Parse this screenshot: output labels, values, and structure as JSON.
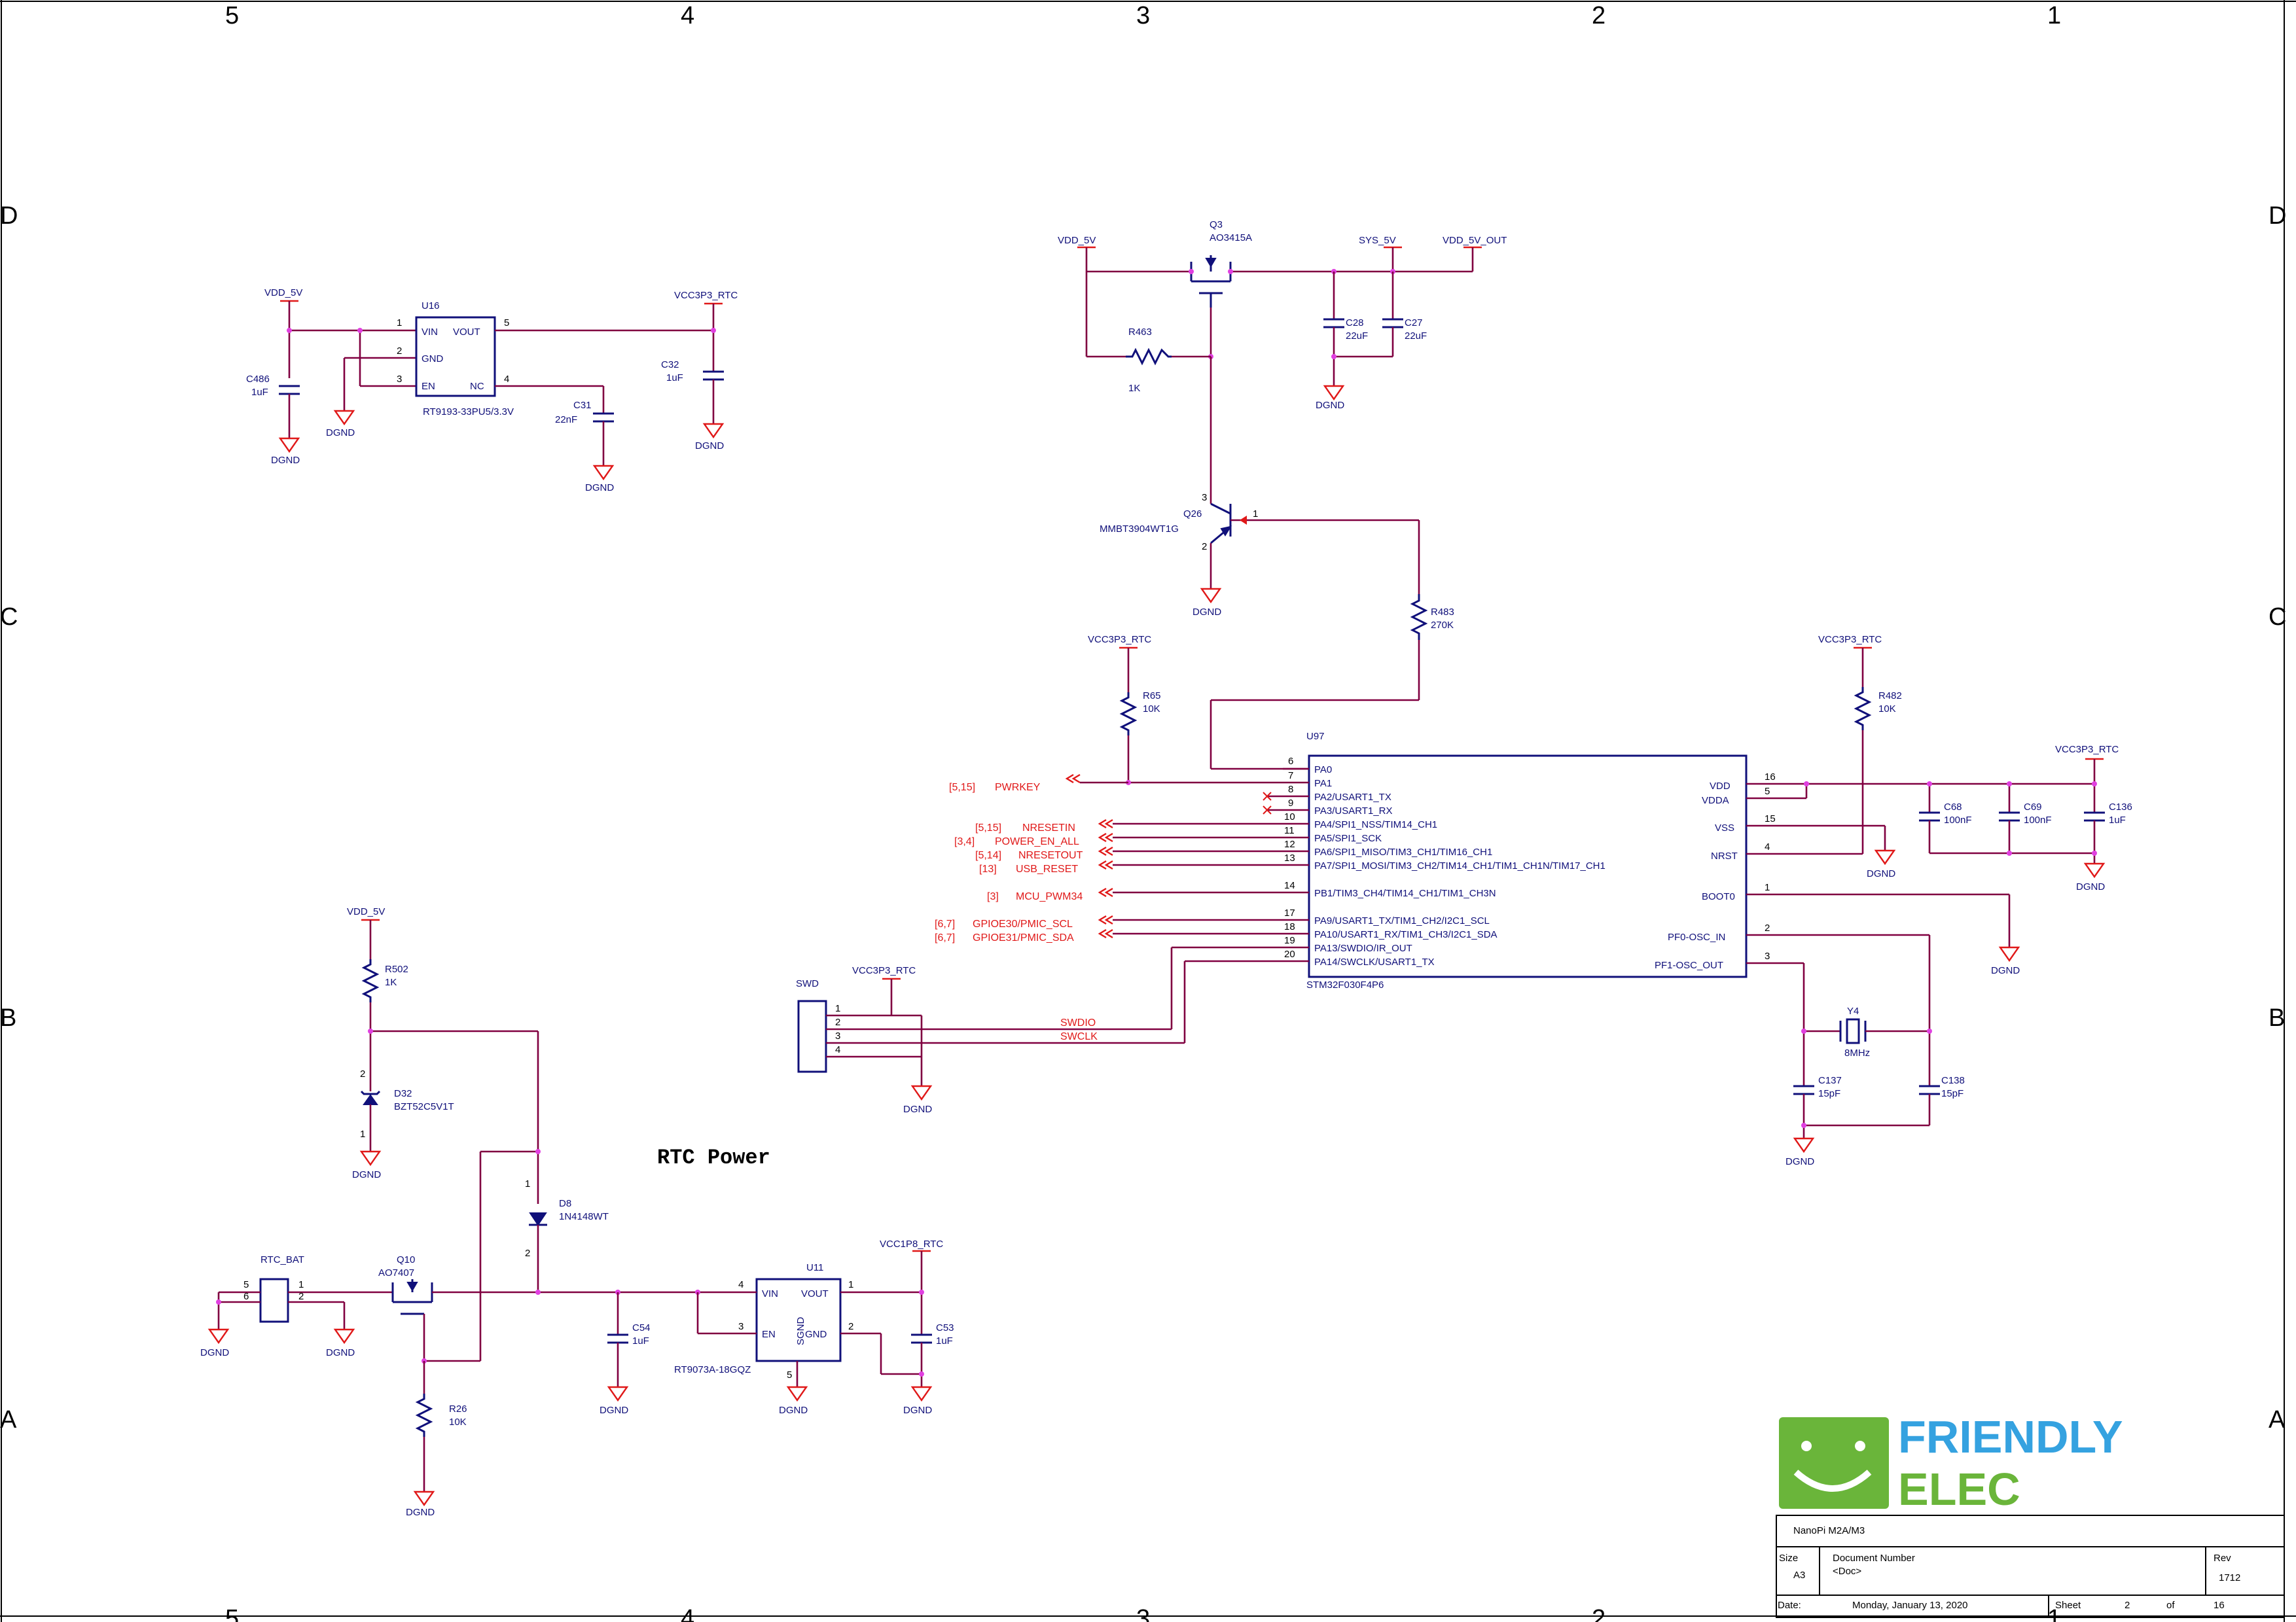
{
  "border": {
    "columns": [
      "5",
      "4",
      "3",
      "2",
      "1"
    ],
    "rows": [
      "D",
      "C",
      "B",
      "A"
    ]
  },
  "section_title": "RTC Power",
  "power_nets": {
    "vdd_5v": "VDD_5V",
    "sys_5v": "SYS_5V",
    "vdd_5v_out": "VDD_5V_OUT",
    "vcc3p3_rtc": "VCC3P3_RTC",
    "vcc1p8_rtc": "VCC1P8_RTC",
    "dgnd": "DGND"
  },
  "u16": {
    "ref": "U16",
    "part": "RT9193-33PU5/3.3V",
    "pins": {
      "vin": "VIN",
      "gnd": "GND",
      "en": "EN",
      "vout": "VOUT",
      "nc": "NC"
    },
    "nums": [
      "1",
      "2",
      "3",
      "5",
      "4"
    ]
  },
  "c486": {
    "ref": "C486",
    "val": "1uF"
  },
  "c31": {
    "ref": "C31",
    "val": "22nF"
  },
  "c32": {
    "ref": "C32",
    "val": "1uF"
  },
  "q3": {
    "ref": "Q3",
    "part": "AO3415A"
  },
  "r463": {
    "ref": "R463",
    "val": "1K"
  },
  "c28": {
    "ref": "C28",
    "val": "22uF"
  },
  "c27": {
    "ref": "C27",
    "val": "22uF"
  },
  "q26": {
    "ref": "Q26",
    "part": "MMBT3904WT1G",
    "pins": [
      "3",
      "1",
      "2"
    ]
  },
  "r483": {
    "ref": "R483",
    "val": "270K"
  },
  "r65": {
    "ref": "R65",
    "val": "10K"
  },
  "r482": {
    "ref": "R482",
    "val": "10K"
  },
  "u97": {
    "ref": "U97",
    "part": "STM32F030F4P6",
    "left_pins": [
      {
        "num": "6",
        "name": "PA0"
      },
      {
        "num": "7",
        "name": "PA1"
      },
      {
        "num": "8",
        "name": "PA2/USART1_TX"
      },
      {
        "num": "9",
        "name": "PA3/USART1_RX"
      },
      {
        "num": "10",
        "name": "PA4/SPI1_NSS/TIM14_CH1"
      },
      {
        "num": "11",
        "name": "PA5/SPI1_SCK"
      },
      {
        "num": "12",
        "name": "PA6/SPI1_MISO/TIM3_CH1/TIM16_CH1"
      },
      {
        "num": "13",
        "name": "PA7/SPI1_MOSI/TIM3_CH2/TIM14_CH1/TIM1_CH1N/TIM17_CH1"
      },
      {
        "num": "14",
        "name": "PB1/TIM3_CH4/TIM14_CH1/TIM1_CH3N"
      },
      {
        "num": "17",
        "name": "PA9/USART1_TX/TIM1_CH2/I2C1_SCL"
      },
      {
        "num": "18",
        "name": "PA10/USART1_RX/TIM1_CH3/I2C1_SDA"
      },
      {
        "num": "19",
        "name": "PA13/SWDIO/IR_OUT"
      },
      {
        "num": "20",
        "name": "PA14/SWCLK/USART1_TX"
      }
    ],
    "right_pins": [
      {
        "num": "16",
        "name": "VDD"
      },
      {
        "num": "5",
        "name": "VDDA"
      },
      {
        "num": "15",
        "name": "VSS"
      },
      {
        "num": "4",
        "name": "NRST"
      },
      {
        "num": "1",
        "name": "BOOT0"
      },
      {
        "num": "2",
        "name": "PF0-OSC_IN"
      },
      {
        "num": "3",
        "name": "PF1-OSC_OUT"
      }
    ]
  },
  "ports": [
    {
      "ref": "[5,15]",
      "name": "PWRKEY"
    },
    {
      "ref": "[5,15]",
      "name": "NRESETIN"
    },
    {
      "ref": "[3,4]",
      "name": "POWER_EN_ALL"
    },
    {
      "ref": "[5,14]",
      "name": "NRESETOUT"
    },
    {
      "ref": "[13]",
      "name": "USB_RESET"
    },
    {
      "ref": "[3]",
      "name": "MCU_PWM34"
    },
    {
      "ref": "[6,7]",
      "name": "GPIOE30/PMIC_SCL"
    },
    {
      "ref": "[6,7]",
      "name": "GPIOE31/PMIC_SDA"
    }
  ],
  "c68": {
    "ref": "C68",
    "val": "100nF"
  },
  "c69": {
    "ref": "C69",
    "val": "100nF"
  },
  "c136": {
    "ref": "C136",
    "val": "1uF"
  },
  "y4": {
    "ref": "Y4",
    "val": "8MHz"
  },
  "c137": {
    "ref": "C137",
    "val": "15pF"
  },
  "c138": {
    "ref": "C138",
    "val": "15pF"
  },
  "swd": {
    "ref": "SWD",
    "pins": [
      "1",
      "2",
      "3",
      "4"
    ],
    "swdio": "SWDIO",
    "swclk": "SWCLK"
  },
  "r502": {
    "ref": "R502",
    "val": "1K"
  },
  "d32": {
    "ref": "D32",
    "part": "BZT52C5V1T",
    "pins": [
      "2",
      "1"
    ]
  },
  "d8": {
    "ref": "D8",
    "part": "1N4148WT",
    "pins": [
      "1",
      "2"
    ]
  },
  "rtc_bat": {
    "ref": "RTC_BAT",
    "pins": [
      "5",
      "6",
      "1",
      "2"
    ]
  },
  "q10": {
    "ref": "Q10",
    "part": "AO7407"
  },
  "r26": {
    "ref": "R26",
    "val": "10K"
  },
  "c54": {
    "ref": "C54",
    "val": "1uF"
  },
  "u11": {
    "ref": "U11",
    "part": "RT9073A-18GQZ",
    "pins": {
      "vin": "VIN",
      "en": "EN",
      "vout": "VOUT",
      "gnd": "GND",
      "sgnd": "SGND"
    },
    "nums": [
      "4",
      "3",
      "1",
      "2",
      "5"
    ]
  },
  "c53": {
    "ref": "C53",
    "val": "1uF"
  },
  "logo": {
    "line1": "FRIENDLY",
    "line2": "ELEC",
    "green": "#6ab53a",
    "blue": "#35a2e0"
  },
  "title_block": {
    "project": "NanoPi M2A/M3",
    "size_label": "Size",
    "size": "A3",
    "docnum_label": "Document Number",
    "docnum": "<Doc>",
    "rev_label": "Rev",
    "rev": "1712",
    "date_label": "Date:",
    "date": "Monday, January 13, 2020",
    "sheet_label": "Sheet",
    "sheet": "2",
    "of_label": "of",
    "total": "16"
  }
}
